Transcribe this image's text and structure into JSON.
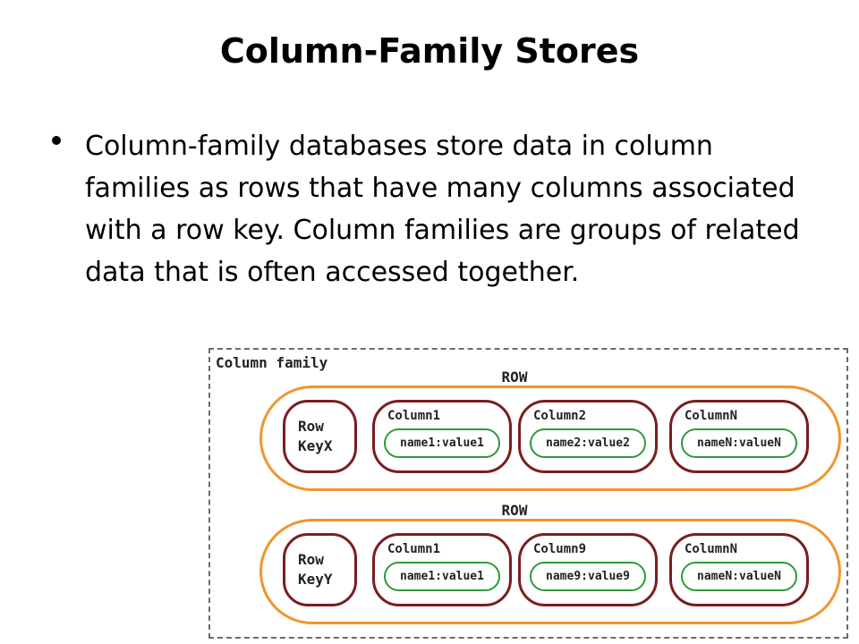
{
  "slide": {
    "title": "Column-Family Stores",
    "bullet": "Column-family databases store data in column families as rows that have many columns associated with a row key. Column families are groups of related data that is often accessed together."
  },
  "diagram": {
    "container_label": "Column family",
    "colors": {
      "row_outline": "#f0952d",
      "column_outline": "#7a1e1e",
      "pair_outline": "#2e9a3a",
      "container_border": "#6b6b6b"
    },
    "rows": [
      {
        "label": "ROW",
        "key": "Row\nKeyX",
        "columns": [
          {
            "name": "Column1",
            "pair": "name1:value1"
          },
          {
            "name": "Column2",
            "pair": "name2:value2"
          },
          {
            "name": "ColumnN",
            "pair": "nameN:valueN"
          }
        ]
      },
      {
        "label": "ROW",
        "key": "Row\nKeyY",
        "columns": [
          {
            "name": "Column1",
            "pair": "name1:value1"
          },
          {
            "name": "Column9",
            "pair": "name9:value9"
          },
          {
            "name": "ColumnN",
            "pair": "nameN:valueN"
          }
        ]
      }
    ]
  }
}
